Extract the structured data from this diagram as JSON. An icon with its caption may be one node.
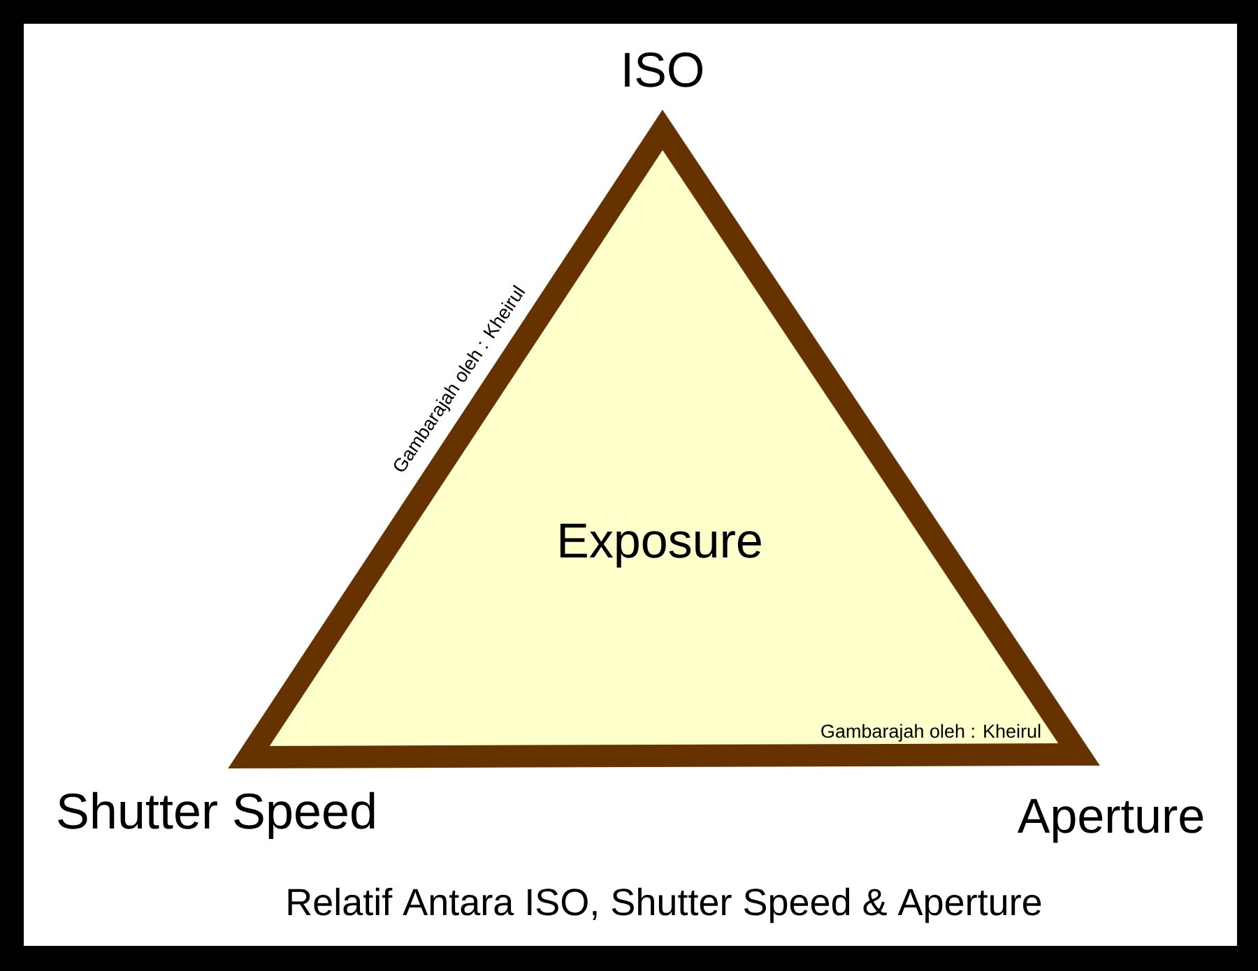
{
  "diagram": {
    "caption": "Relatif Antara ISO, Shutter Speed & Aperture",
    "nodes": [
      {
        "text": [
          "Exposure"
        ],
        "beside": [
          "ISO",
          "Shutter Speed",
          "Aperture"
        ]
      }
    ],
    "labels": [
      "Gambarajah oleh : Kheirul",
      "Gambarajah oleh : Kheirul"
    ]
  }
}
